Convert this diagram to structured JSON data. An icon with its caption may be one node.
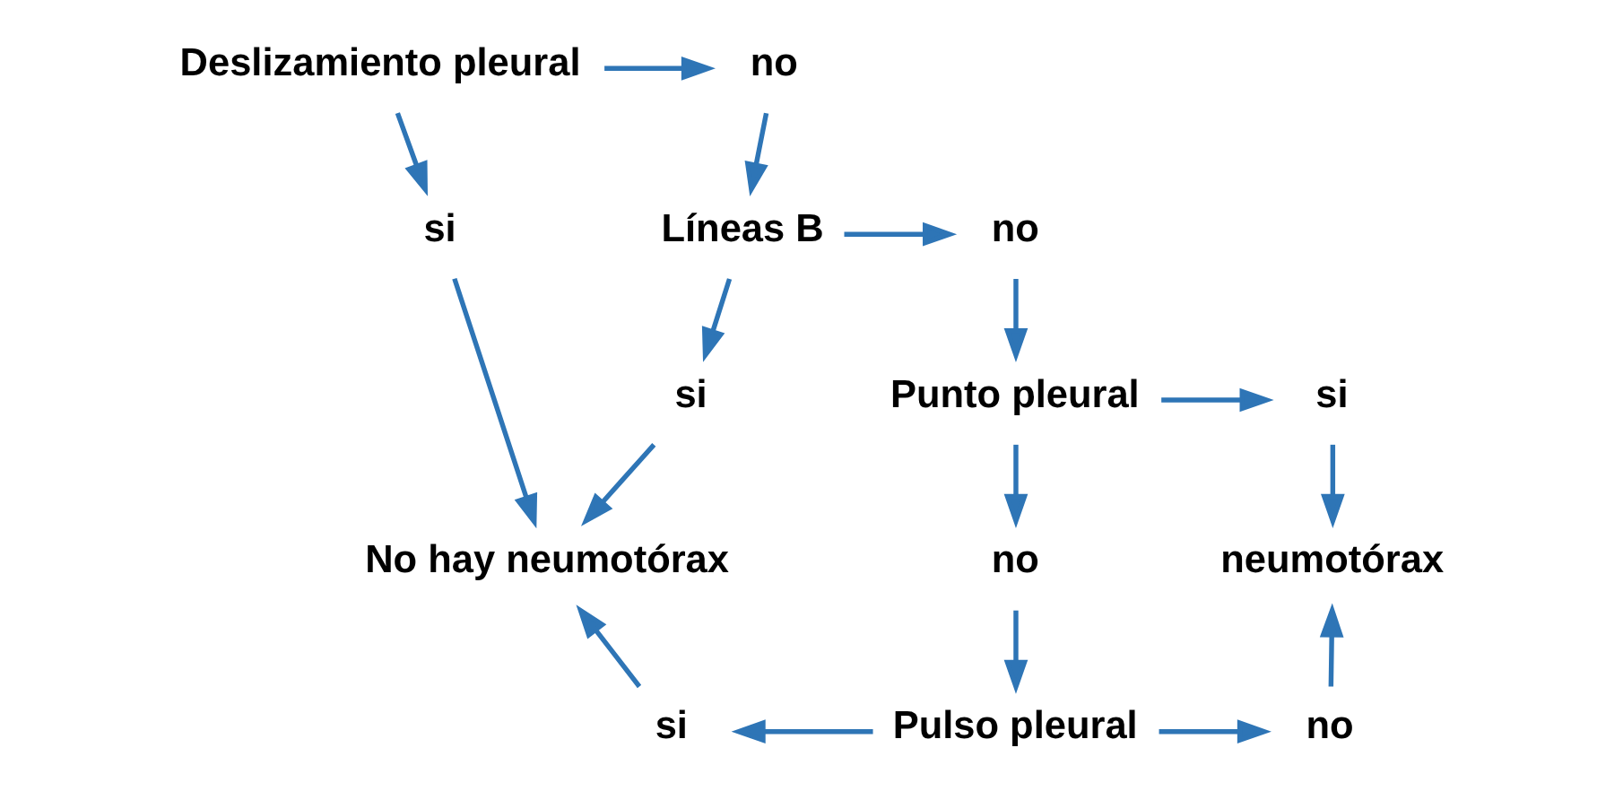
{
  "diagram": {
    "nodes": [
      {
        "text": [
          "Deslizamiento pleural"
        ]
      },
      {
        "text": [
          "no"
        ]
      },
      {
        "text": [
          "si"
        ]
      },
      {
        "text": [
          "Líneas B"
        ]
      },
      {
        "text": [
          "no"
        ]
      },
      {
        "text": [
          "si"
        ]
      },
      {
        "text": [
          "No hay neumotórax"
        ]
      },
      {
        "text": [
          "Punto pleural"
        ]
      },
      {
        "text": [
          "si"
        ]
      },
      {
        "text": [
          "no"
        ]
      },
      {
        "text": [
          "neumotórax"
        ]
      },
      {
        "text": [
          "si"
        ]
      },
      {
        "text": [
          "Pulso pleural"
        ]
      },
      {
        "text": [
          "no"
        ]
      }
    ],
    "edges": [
      {
        "from": 0,
        "to": 1,
        "arrow": "to"
      },
      {
        "from": 0,
        "to": 2,
        "arrow": "to"
      },
      {
        "from": 1,
        "to": 3,
        "arrow": "to"
      },
      {
        "from": 2,
        "to": 6,
        "arrow": "to"
      },
      {
        "from": 3,
        "to": 4,
        "arrow": "to"
      },
      {
        "from": 3,
        "to": 5,
        "arrow": "to"
      },
      {
        "from": 5,
        "to": 6,
        "arrow": "to"
      },
      {
        "from": 4,
        "to": 7,
        "arrow": "to"
      },
      {
        "from": 7,
        "to": 8,
        "arrow": "to"
      },
      {
        "from": 7,
        "to": 9,
        "arrow": "to"
      },
      {
        "from": 8,
        "to": 10,
        "arrow": "to"
      },
      {
        "from": 9,
        "to": 12,
        "arrow": "to"
      },
      {
        "from": 12,
        "to": 11,
        "arrow": "to"
      },
      {
        "from": 11,
        "to": 6,
        "arrow": "to"
      },
      {
        "from": 12,
        "to": 13,
        "arrow": "to"
      },
      {
        "from": 13,
        "to": 10,
        "arrow": "to"
      }
    ]
  }
}
